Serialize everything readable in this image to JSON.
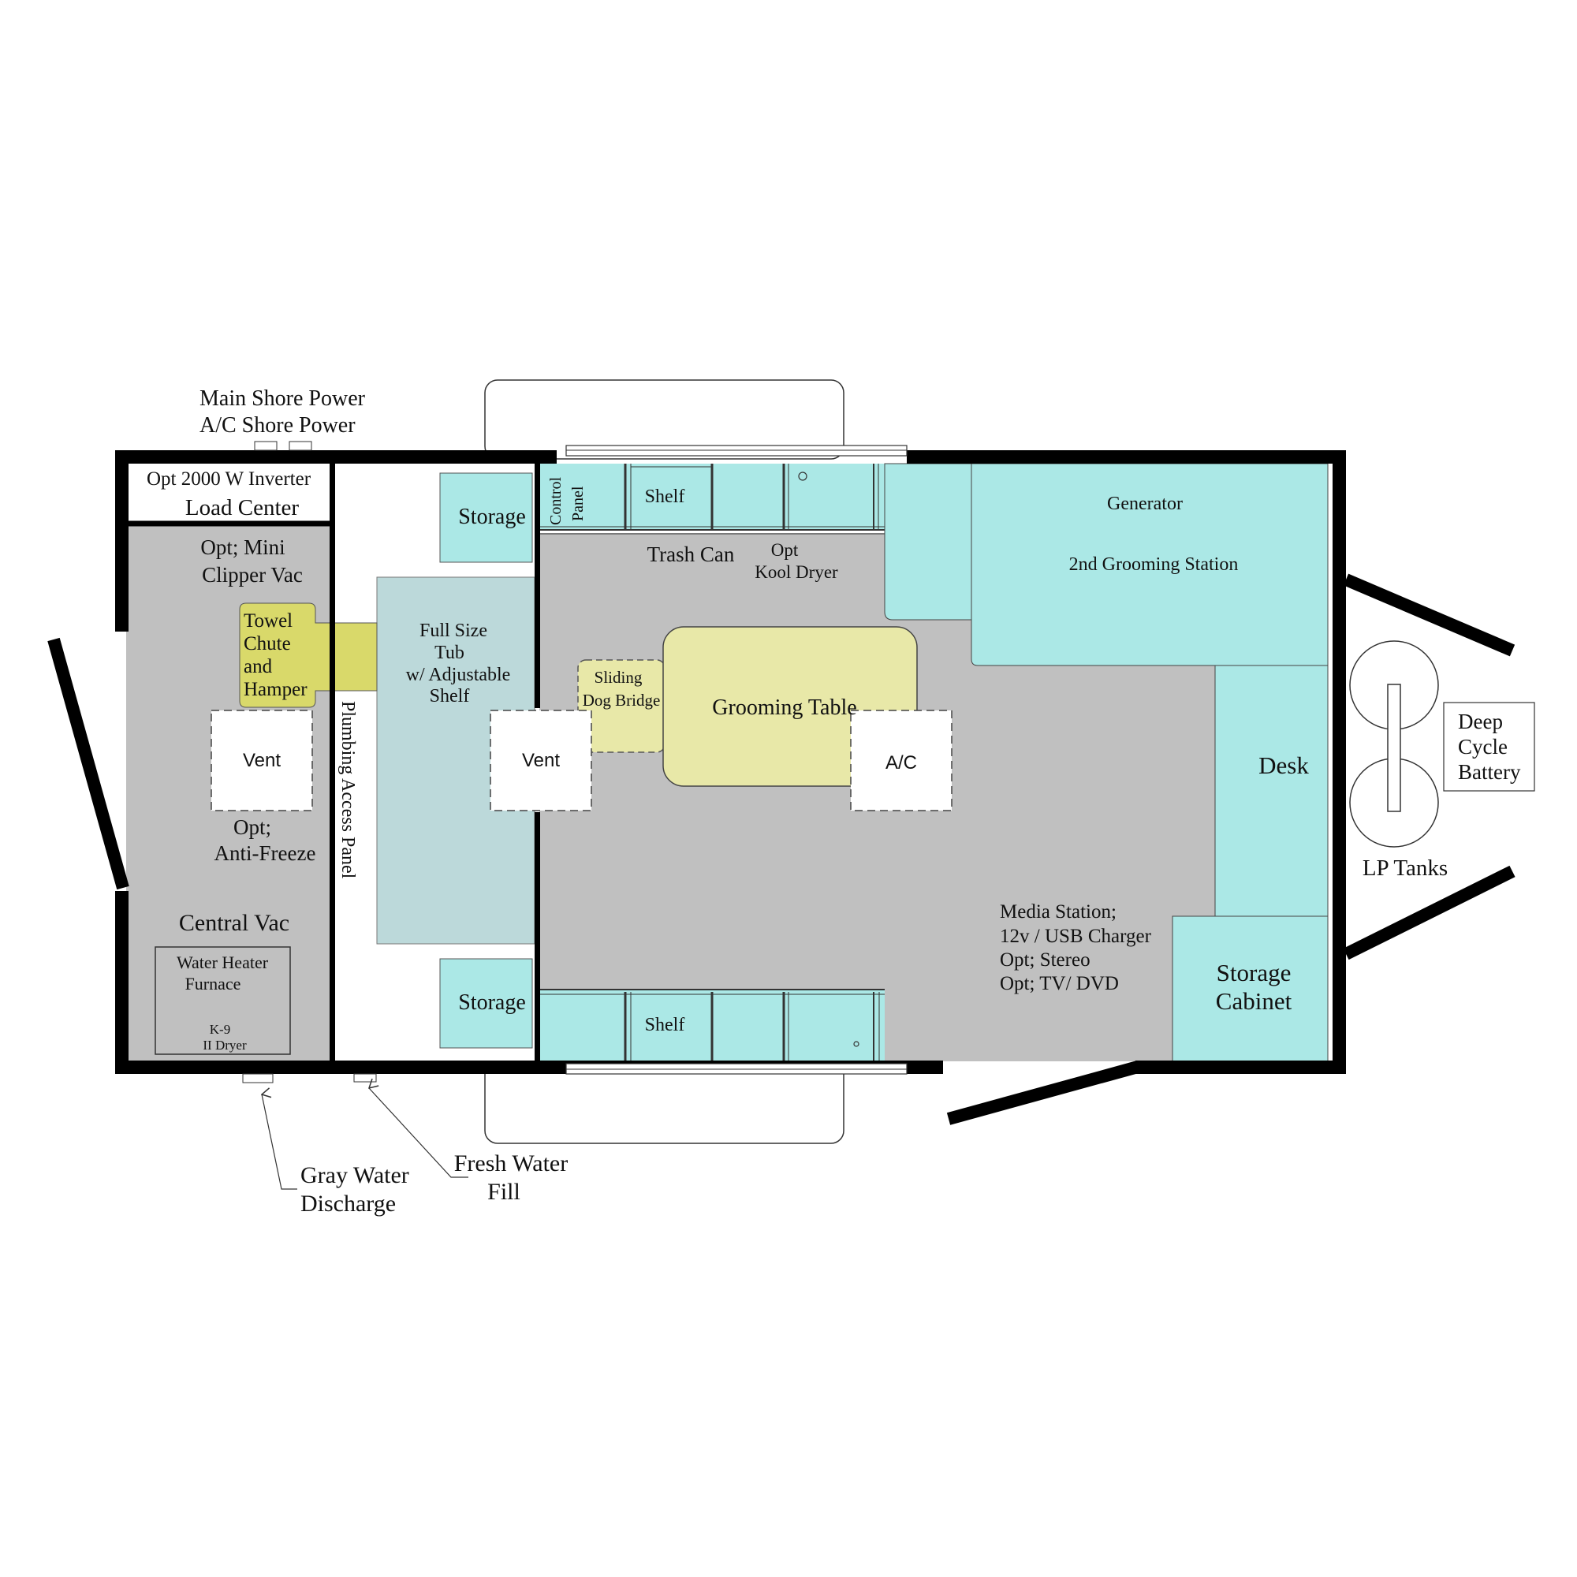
{
  "colors": {
    "wall": "#000000",
    "floor_gray": "#c0c0c0",
    "cabinet_teal": "#abe8e6",
    "tub": "#bcd9da",
    "towel_chute": "#d9d96a",
    "grooming_table": "#e8e8a8",
    "white": "#ffffff"
  },
  "labels": {
    "shore_main": "Main Shore Power",
    "shore_ac": "A/C Shore Power",
    "inverter": "Opt 2000 W Inverter",
    "load_center": "Load Center",
    "mini_clipper_1": "Opt; Mini",
    "mini_clipper_2": "Clipper Vac",
    "towel_1": "Towel",
    "towel_2": "Chute",
    "towel_3": "and",
    "towel_4": "Hamper",
    "vent_left": "Vent",
    "antifreeze_1": "Opt;",
    "antifreeze_2": "Anti-Freeze",
    "central_vac": "Central Vac",
    "water_heater": "Water Heater",
    "furnace": "Furnace",
    "k9_1": "K-9",
    "k9_2": "II Dryer",
    "plumbing_panel": "Plumbing  Access Panel",
    "storage_top": "Storage",
    "storage_bottom": "Storage",
    "tub_1": "Full Size",
    "tub_2": "Tub",
    "tub_3": "w/ Adjustable",
    "tub_4": "Shelf",
    "vent_mid": "Vent",
    "control_1": "Control",
    "control_2": "Panel",
    "shelf_top": "Shelf",
    "shelf_bottom": "Shelf",
    "trash_can": "Trash Can",
    "kool_1": "Opt",
    "kool_2": "Kool Dryer",
    "generator": "Generator",
    "second_station": "2nd Grooming Station",
    "sliding_1": "Sliding",
    "sliding_2": "Dog Bridge",
    "grooming_table": "Grooming Table",
    "ac": "A/C",
    "desk": "Desk",
    "media_1": "Media Station;",
    "media_2": "12v / USB Charger",
    "media_3": "Opt; Stereo",
    "media_4": "Opt; TV/ DVD",
    "storage_cab_1": "Storage",
    "storage_cab_2": "Cabinet",
    "deep_1": "Deep",
    "deep_2": "Cycle",
    "deep_3": "Battery",
    "lp_tanks": "LP Tanks",
    "gray_1": "Gray Water",
    "gray_2": "Discharge",
    "fresh_1": "Fresh Water",
    "fresh_2": "Fill"
  }
}
